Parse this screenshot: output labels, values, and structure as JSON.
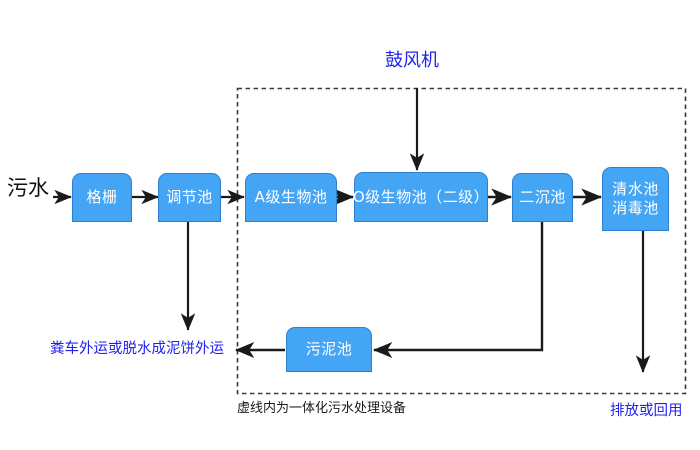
{
  "diagram": {
    "title_label": "鼓风机",
    "inlet_label": "污水",
    "dashed_caption": "虚线内为一体化污水处理设备",
    "sludge_outlet_label": "粪车外运或脱水成泥饼外运",
    "effluent_label": "排放或回用",
    "colors": {
      "node_fill": "#45a5f5",
      "node_border": "#2e7fd1",
      "node_text": "#ffffff",
      "blue_text": "#2222ee",
      "black_text": "#111111",
      "arrow": "#1a1a1a",
      "dashed_border": "#3a3a3a",
      "background": "#ffffff"
    },
    "nodes": [
      {
        "id": "grate",
        "name": "grate-box",
        "lines": [
          "格栅"
        ]
      },
      {
        "id": "regulating",
        "name": "regulating-tank-box",
        "lines": [
          "调节池"
        ]
      },
      {
        "id": "a_bio",
        "name": "a-stage-bio-box",
        "lines": [
          "A级生物池"
        ]
      },
      {
        "id": "o_bio",
        "name": "o-stage-bio-box",
        "lines": [
          "O级生物池（二级）"
        ]
      },
      {
        "id": "second_sed",
        "name": "secondary-sedimentation-box",
        "lines": [
          "二沉池"
        ]
      },
      {
        "id": "clear_water",
        "name": "clear-water-disinfection-box",
        "lines": [
          "清水池",
          "消毒池"
        ]
      },
      {
        "id": "sludge",
        "name": "sludge-tank-box",
        "lines": [
          "污泥池"
        ]
      }
    ]
  }
}
